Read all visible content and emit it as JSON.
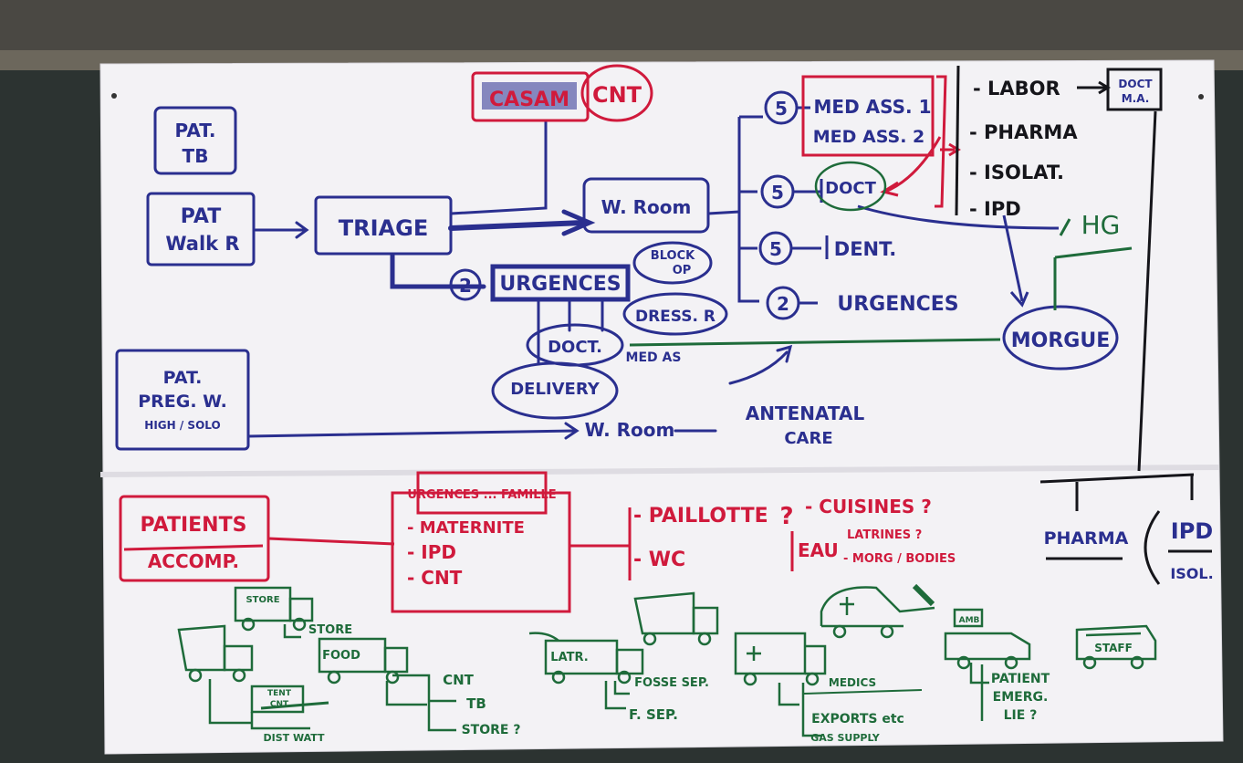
{
  "colors": {
    "blue": "#2a2f8f",
    "red": "#d01a3c",
    "green": "#1e6b3a",
    "black": "#15151a",
    "paper": "#f4f3f6",
    "lime": "#a8d431"
  },
  "top": {
    "casam": "CASAM",
    "cnt": "CNT",
    "pat_tb": [
      "PAT.",
      "TB"
    ],
    "pat_walk": [
      "PAT",
      "Walk R"
    ],
    "triage": "TRIAGE",
    "w_room": "W. Room",
    "urgences": "URGENCES",
    "two": "2",
    "block_op": [
      "BLOCK",
      "OP"
    ],
    "dress_r": "DRESS. R",
    "doct": "DOCT.",
    "med_as": "MED AS",
    "delivery": "DELIVERY",
    "pat_pregnant": [
      "PAT.",
      "PREG. W.",
      "HIGH / SOLO"
    ],
    "w_room2": "W. Room",
    "antenatal": [
      "ANTENATAL",
      "CARE"
    ]
  },
  "consult": {
    "five": "5",
    "two": "2",
    "med_ass_1": "MED ASS. 1",
    "med_ass_2": "MED ASS. 2",
    "doct": "DOCT",
    "dent": "DENT.",
    "urgences": "URGENCES"
  },
  "right": {
    "labor": "- LABOR",
    "doct_ma": [
      "DOCT",
      "M.A."
    ],
    "pharma": "- PHARMA",
    "isolat": "- ISOLAT.",
    "ipd": "- IPD",
    "hg": "HG",
    "morgue": "MORGUE",
    "pharma2": "PHARMA",
    "ipd2": "IPD",
    "isol": "ISOL."
  },
  "bottom": {
    "patients": "PATIENTS",
    "accomp": "ACCOMP.",
    "list": [
      "URGENCES ... FAMILLE",
      "- MATERNITE",
      "- IPD",
      "- CNT"
    ],
    "paillotte": "- PAILLOTTE",
    "wc": "- WC",
    "question": "?",
    "cuisines": "- CUISINES ?",
    "latrines": "LATRINES ?",
    "eau": "EAU",
    "morg_bodies": "- MORG / BODIES"
  },
  "vehicles": {
    "store": "STORE",
    "food": "FOOD",
    "cnt": "CNT",
    "tb": "TB",
    "store2": "STORE ?",
    "tent": [
      "TENT",
      "CNT"
    ],
    "dist_watt": "DIST WATT",
    "latr": "LATR.",
    "fosse_sep": "FOSSE SEP.",
    "f_sep": "F. SEP.",
    "medics": "MEDICS",
    "exports": "EXPORTS etc",
    "gas_supply": "GAS SUPPLY",
    "patient_emerg": [
      "PATIENT",
      "EMERG.",
      "LIE ?"
    ],
    "amb": "AMB",
    "staff": "STAFF"
  }
}
